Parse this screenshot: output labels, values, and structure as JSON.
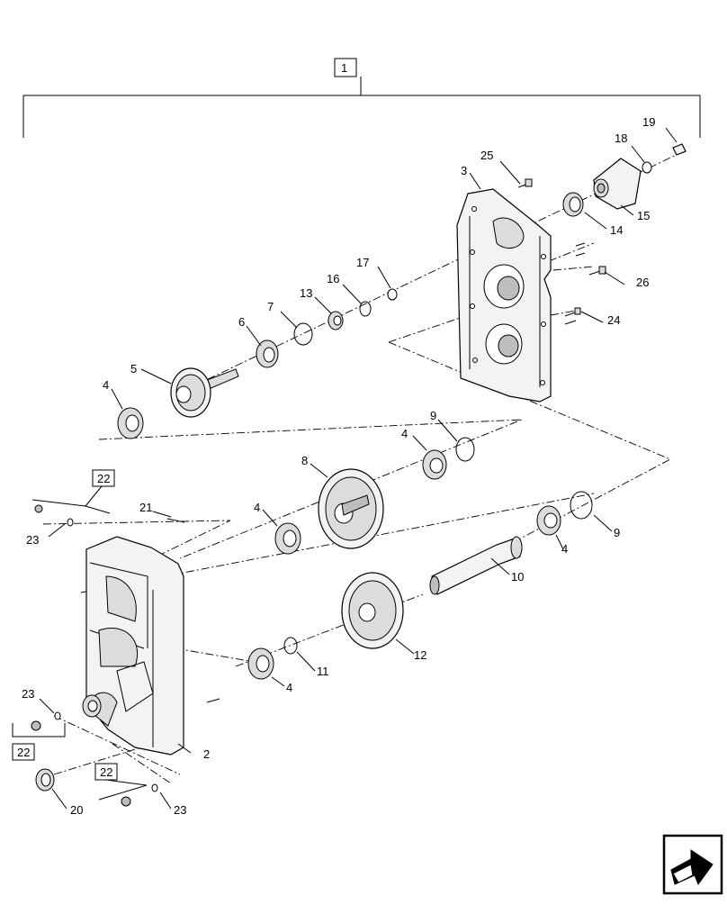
{
  "callouts": {
    "assembly": "1",
    "c2": "2",
    "c3": "3",
    "c4a": "4",
    "c4b": "4",
    "c4c": "4",
    "c4d": "4",
    "c4e": "4",
    "c5": "5",
    "c6": "6",
    "c7": "7",
    "c8": "8",
    "c9a": "9",
    "c9b": "9",
    "c10": "10",
    "c11": "11",
    "c12": "12",
    "c13": "13",
    "c14": "14",
    "c15": "15",
    "c16": "16",
    "c17": "17",
    "c18": "18",
    "c19": "19",
    "c20": "20",
    "c21": "21",
    "c22a": "22",
    "c22b": "22",
    "c22c": "22",
    "c23a": "23",
    "c23b": "23",
    "c23c": "23",
    "c24": "24",
    "c25": "25",
    "c26": "26"
  },
  "icons": {
    "nav": "next-page-arrow-icon"
  }
}
